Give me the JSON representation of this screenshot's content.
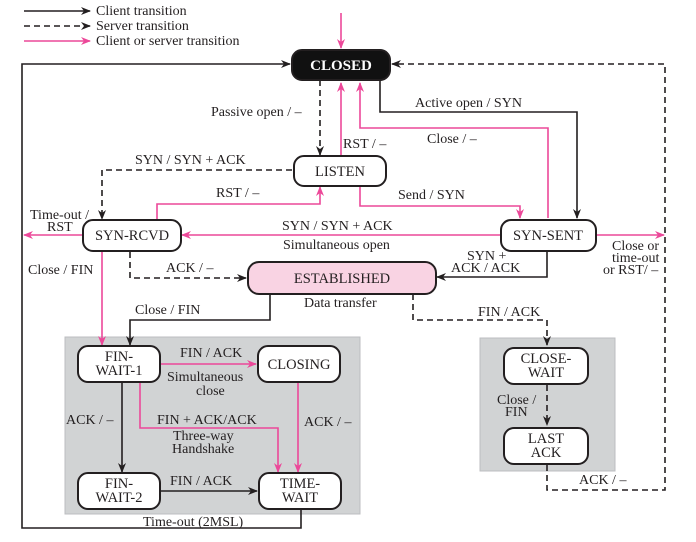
{
  "colors": {
    "client": "#231f20",
    "server": "#231f20",
    "both": "#ec4899",
    "closed_fill": "#111111",
    "established_fill": "#f9d3e3",
    "group_fill": "#d1d3d4"
  },
  "legend": [
    {
      "style": "solid",
      "label": "Client transition"
    },
    {
      "style": "dashed",
      "label": "Server transition"
    },
    {
      "style": "pink",
      "label": "Client or server transition"
    }
  ],
  "states": {
    "closed": [
      "CLOSED"
    ],
    "listen": [
      "LISTEN"
    ],
    "syn_rcvd": [
      "SYN-RCVD"
    ],
    "syn_sent": [
      "SYN-SENT"
    ],
    "established": [
      "ESTABLISHED"
    ],
    "fin_wait_1": [
      "FIN-",
      "WAIT-1"
    ],
    "closing": [
      "CLOSING"
    ],
    "fin_wait_2": [
      "FIN-",
      "WAIT-2"
    ],
    "time_wait": [
      "TIME-",
      "WAIT"
    ],
    "close_wait": [
      "CLOSE-",
      "WAIT"
    ],
    "last_ack": [
      "LAST",
      "ACK"
    ]
  },
  "transitions": {
    "passive_open": "Passive open / –",
    "active_open": "Active open / SYN",
    "rst_listen_closed": "RST / –",
    "close_syn_sent": "Close / –",
    "syn_synack_listen": "SYN / SYN + ACK",
    "rst_synrcvd_listen": "RST / –",
    "send_syn": "Send / SYN",
    "timeout_rst": [
      "Time-out /",
      "RST"
    ],
    "syn_synack_simul": "SYN / SYN + ACK",
    "simultaneous_open": "Simultaneous open",
    "close_or_timeout": [
      "Close or",
      "time-out",
      "or RST/ –"
    ],
    "close_fin_synrcvd": "Close / FIN",
    "ack_established": "ACK / –",
    "synack_ack": [
      "SYN +",
      "ACK / ACK"
    ],
    "data_transfer": "Data transfer",
    "close_fin_established": "Close / FIN",
    "fin_ack_closewait": "FIN / ACK",
    "fin_ack_closing": "FIN / ACK",
    "simultaneous_close": [
      "Simultaneous",
      "close"
    ],
    "ack_finwait2": "ACK / –",
    "fin_ack_ack": "FIN + ACK/ACK",
    "three_way": [
      "Three-way",
      "Handshake"
    ],
    "ack_closing_timewait": "ACK / –",
    "fin_ack_timewait": "FIN / ACK",
    "timeout_2msl": "Time-out (2MSL)",
    "close_fin_closewait": [
      "Close /",
      "FIN"
    ],
    "ack_lastack": "ACK / –"
  }
}
